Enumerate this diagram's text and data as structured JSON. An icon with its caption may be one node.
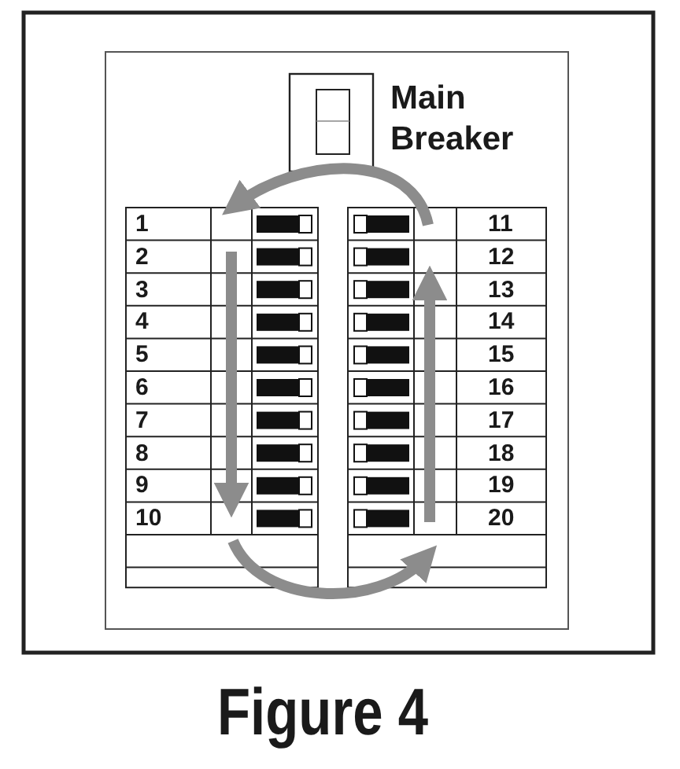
{
  "diagram": {
    "caption": "Figure 4",
    "labels": [
      "Main Breaker",
      "1",
      "11",
      "2",
      "12",
      "3",
      "13",
      "4",
      "14",
      "5",
      "15",
      "6",
      "16",
      "7",
      "17",
      "8",
      "18",
      "9",
      "19",
      "10",
      "20"
    ]
  }
}
